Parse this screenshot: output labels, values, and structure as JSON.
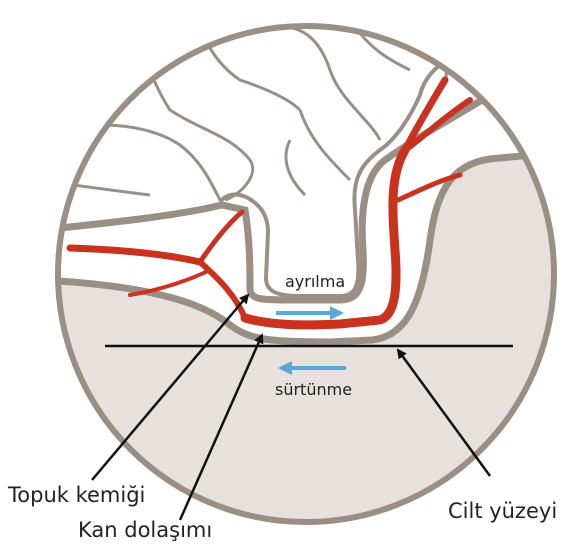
{
  "labels": {
    "separation": "ayrılma",
    "friction": "sürtünme",
    "heel_bone": "Topuk kemiği",
    "circulation": "Kan dolaşımı",
    "skin_surface": "Cilt yüzeyi"
  },
  "colors": {
    "outline": "#9a8f84",
    "tissue_fill": "#e6e1dc",
    "blood_vessel": "#c8321f",
    "arrow_blue": "#5aa8d8",
    "surface_line": "#111111",
    "label_text": "#222222"
  }
}
